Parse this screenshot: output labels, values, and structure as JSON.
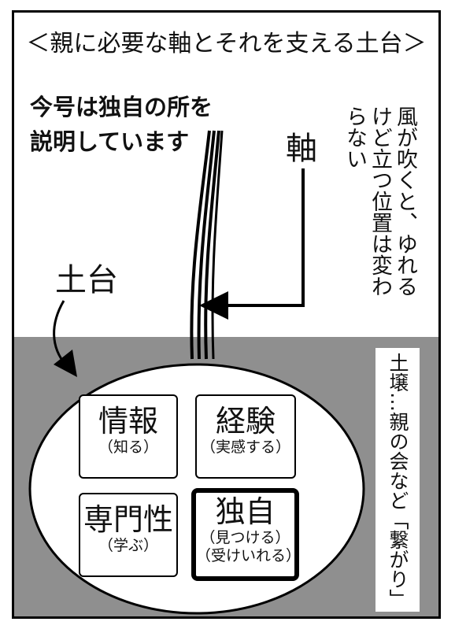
{
  "title": "＜親に必要な軸とそれを支える土台＞",
  "note": {
    "line1": "今号は独自の所を",
    "line2": "説明しています"
  },
  "axis_label": "軸",
  "wind_note": {
    "line1": "風が吹くと、ゆれる",
    "line2": "けど立つ位置は変わ",
    "line3": "らない"
  },
  "base_label": "土台",
  "soil_label": "土壌…親の会など「繋がり」",
  "boxes": {
    "info": {
      "main": "情報",
      "sub": "（知る）"
    },
    "experience": {
      "main": "経験",
      "sub": "（実感する）"
    },
    "expertise": {
      "main": "専門性",
      "sub": "（学ぶ）"
    },
    "unique": {
      "main": "独自",
      "sub1": "（見つける）",
      "sub2": "（受けいれる）"
    }
  },
  "colors": {
    "soil": "#8f8f8f",
    "ink": "#000000",
    "paper": "#ffffff"
  }
}
